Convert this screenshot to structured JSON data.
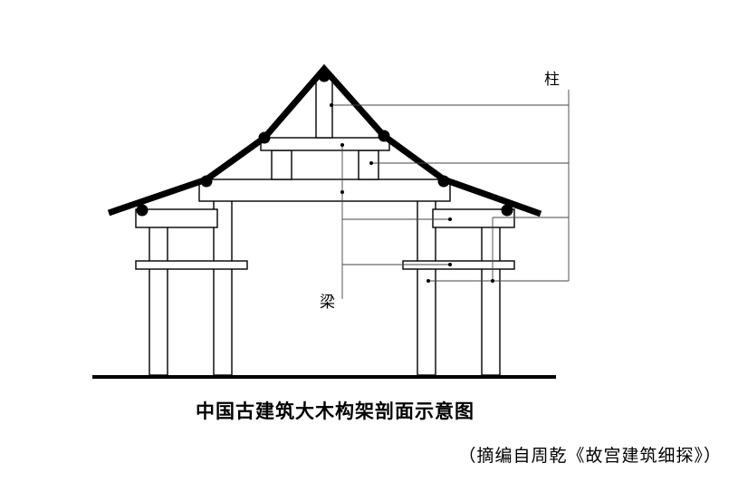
{
  "labels": {
    "column": "柱",
    "beam": "梁"
  },
  "caption": {
    "title": "中国古建筑大木构架剖面示意图",
    "source": "（摘编自周乾《故宫建筑细探》）"
  }
}
